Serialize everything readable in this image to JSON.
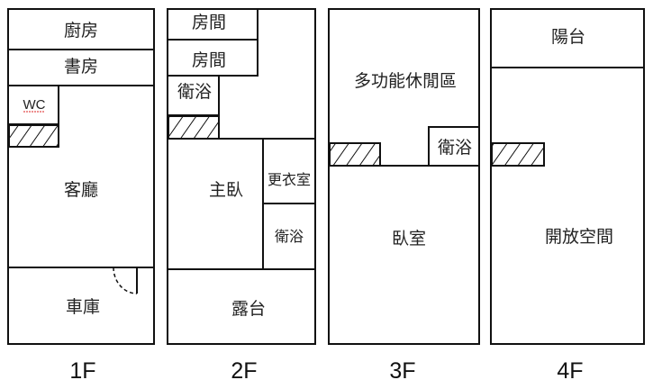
{
  "floors": [
    {
      "label": "1F",
      "rooms": {
        "kitchen": "廚房",
        "study": "書房",
        "wc": "WC",
        "living": "客廳",
        "garage": "車庫"
      }
    },
    {
      "label": "2F",
      "rooms": {
        "room_a": "房間",
        "room_b": "房間",
        "bath_a": "衛浴",
        "master": "主臥",
        "closet": "更衣室",
        "bath_b": "衛浴",
        "terrace": "露台"
      }
    },
    {
      "label": "3F",
      "rooms": {
        "multipurpose": "多功能休閒區",
        "bath": "衛浴",
        "bedroom": "臥室"
      }
    },
    {
      "label": "4F",
      "rooms": {
        "balcony": "陽台",
        "open_space": "開放空間"
      }
    }
  ]
}
